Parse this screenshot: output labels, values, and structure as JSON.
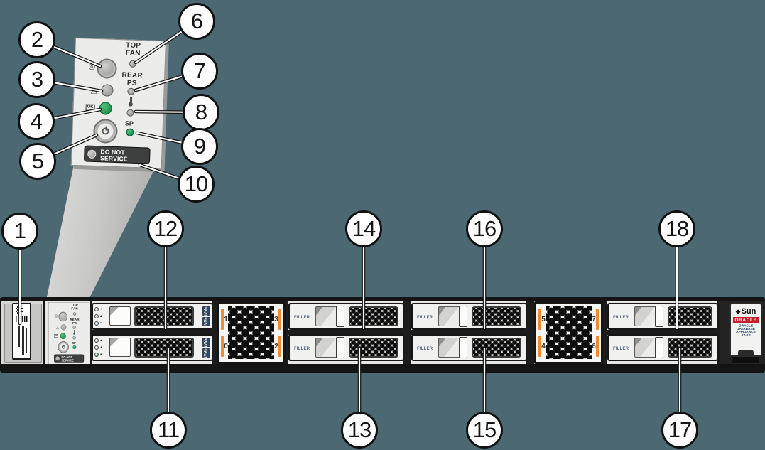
{
  "scene": {
    "background_color": "#4C6872"
  },
  "callouts": [
    "1",
    "2",
    "3",
    "4",
    "5",
    "6",
    "7",
    "8",
    "9",
    "10",
    "11",
    "12",
    "13",
    "14",
    "15",
    "16",
    "17",
    "18"
  ],
  "inset_panel": {
    "top_fan": [
      "TOP",
      "FAN"
    ],
    "rear_ps": [
      "REAR",
      "PS"
    ],
    "sp": "SP",
    "ok_badge": "OK",
    "do_not_service": [
      "DO NOT",
      "SERVICE"
    ]
  },
  "chassis": {
    "filler_label": "FILLER",
    "drive_label_strip": "NVMe",
    "carriers": [
      {
        "position": "top",
        "led_colors": [
          "#b7b7b5",
          "#b7b7b5",
          "#a9d2e4"
        ]
      },
      {
        "position": "bottom",
        "led_colors": [
          "#b7b7b5",
          "#b7b7b5",
          "#2E9E57"
        ]
      }
    ],
    "grilles": [
      {
        "slots": {
          "top_left": "1",
          "top_right": "3",
          "bottom_left": "0",
          "bottom_right": "2"
        }
      },
      {
        "slots": {
          "top_left": "5",
          "top_right": "7",
          "bottom_left": "4",
          "bottom_right": "6"
        }
      }
    ],
    "right_badge": {
      "sun": "Sun",
      "oracle": "ORACLE",
      "product": [
        "ORACLE",
        "DATABASE",
        "APPLIANCE",
        "X7-2S"
      ]
    }
  },
  "colors": {
    "accent_orange": "#EF8C33",
    "led_green": "#2E9E57",
    "oracle_red": "#C5202A",
    "slate_background": "#4C6872"
  }
}
